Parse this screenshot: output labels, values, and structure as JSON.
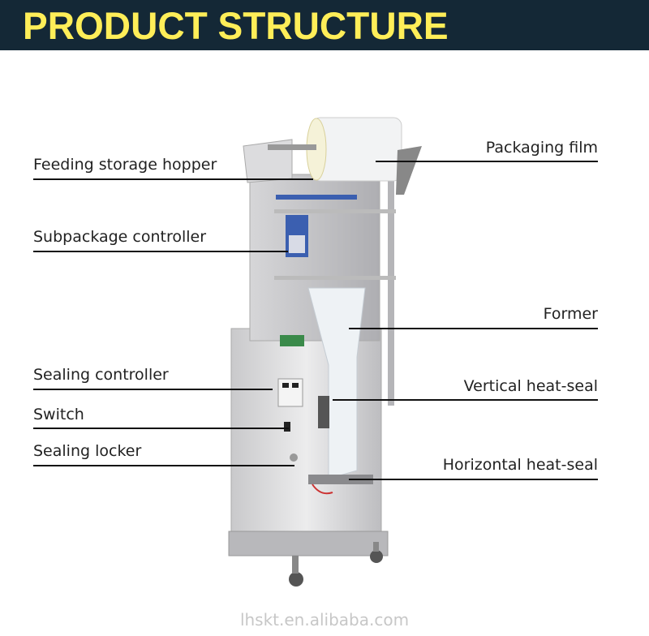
{
  "header": {
    "title": "PRODUCT STRUCTURE",
    "background": "#142836",
    "title_color": "#FFEE58"
  },
  "labels": {
    "left": [
      "Feeding storage hopper",
      "Subpackage controller",
      "Sealing controller",
      "Switch",
      "Sealing locker"
    ],
    "right": [
      "Packaging film",
      "Former",
      "Vertical heat-seal",
      "Horizontal heat-seal"
    ]
  },
  "watermark": "lhskt.en.alibaba.com"
}
